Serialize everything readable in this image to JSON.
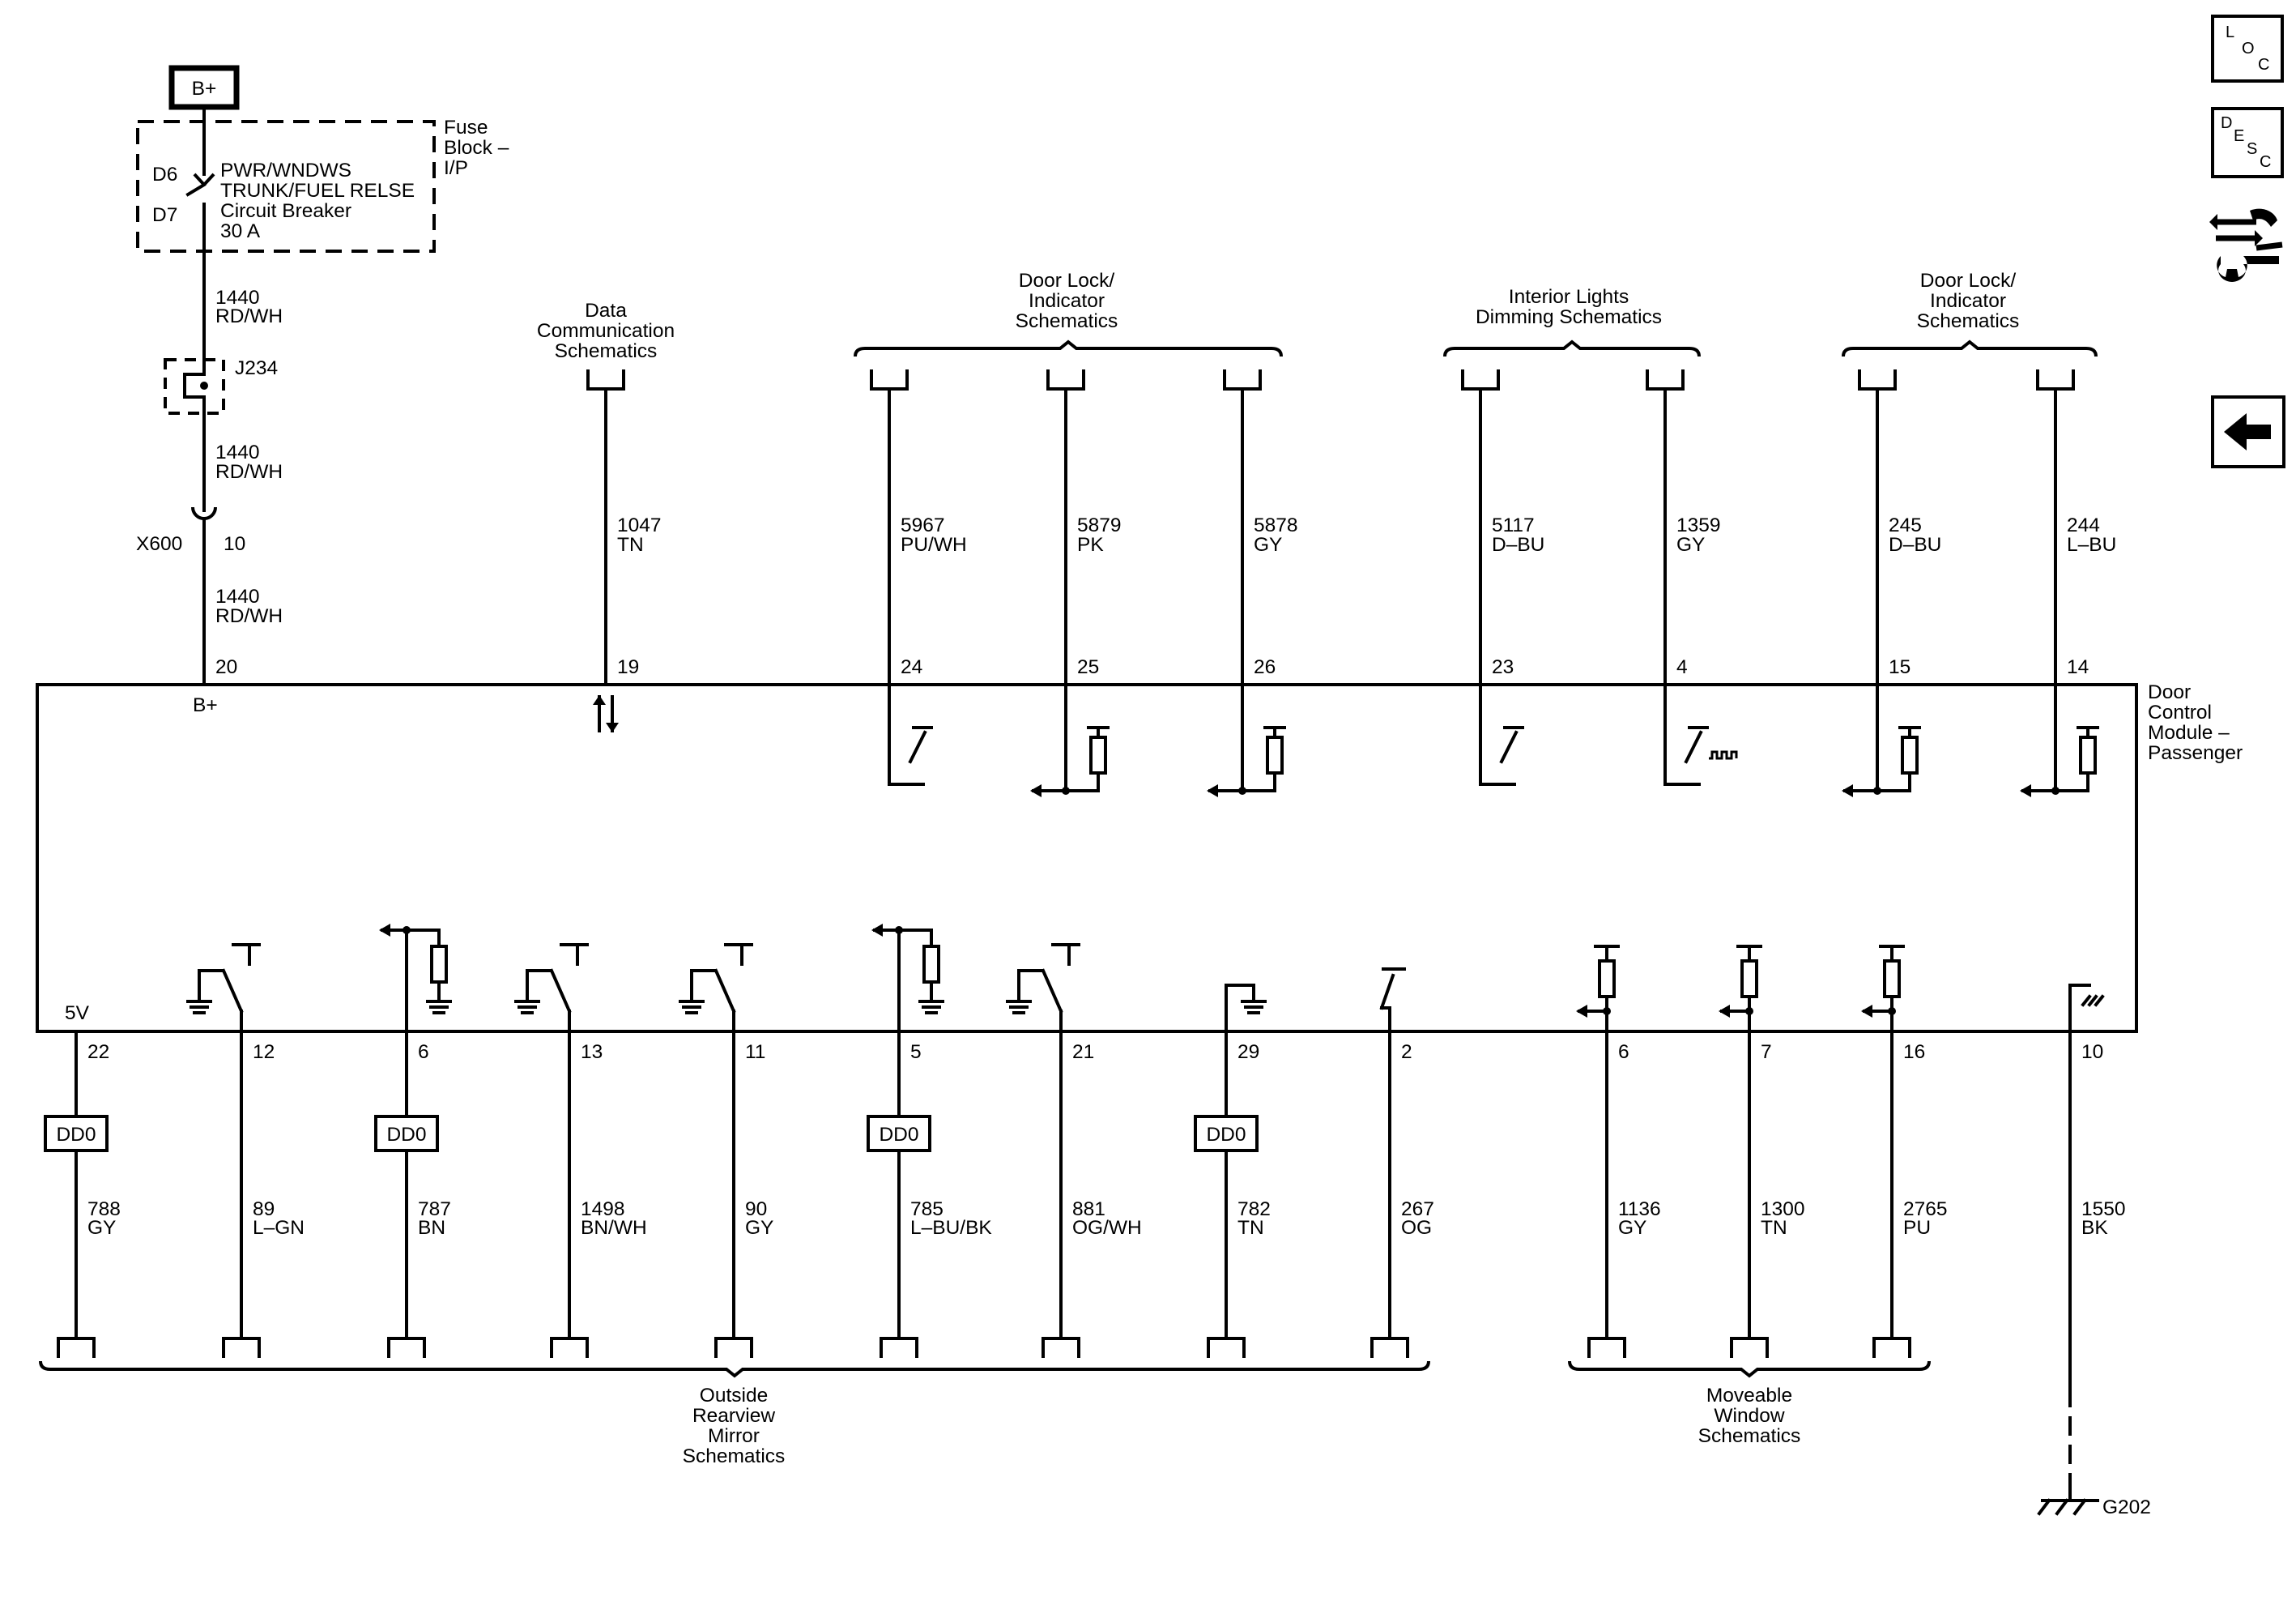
{
  "power": {
    "source": "B+"
  },
  "fuse_block": {
    "name_lines": [
      "Fuse",
      "Block –",
      "I/P"
    ],
    "pin_top": "D6",
    "pin_bottom": "D7",
    "device_lines": [
      "PWR/WNDWS",
      "TRUNK/FUEL RELSE",
      "Circuit Breaker",
      "30 A"
    ]
  },
  "feed": {
    "circuit_upper": "1440",
    "color_upper": "RD/WH",
    "splice": "J234",
    "circuit_middle": "1440",
    "color_middle": "RD/WH",
    "connector": "X600",
    "connector_pin": "10",
    "circuit_lower": "1440",
    "color_lower": "RD/WH"
  },
  "module": {
    "name_lines": [
      "Door",
      "Control",
      "Module –",
      "Passenger"
    ],
    "b_plus_label": "B+",
    "five_v_label": "5V"
  },
  "top_groups": [
    {
      "lines": [
        "Data",
        "Communication",
        "Schematics"
      ]
    },
    {
      "lines": [
        "Door Lock/",
        "Indicator",
        "Schematics"
      ]
    },
    {
      "lines": [
        "Interior Lights",
        "Dimming Schematics"
      ]
    },
    {
      "lines": [
        "Door Lock/",
        "Indicator",
        "Schematics"
      ]
    }
  ],
  "top_pins": [
    {
      "pin": "20",
      "circuit": "",
      "color": "",
      "internal": "supply"
    },
    {
      "pin": "19",
      "circuit": "1047",
      "color": "TN",
      "internal": "bidirectional"
    },
    {
      "pin": "24",
      "circuit": "5967",
      "color": "PU/WH",
      "internal": "switch"
    },
    {
      "pin": "25",
      "circuit": "5879",
      "color": "PK",
      "internal": "pullup-out"
    },
    {
      "pin": "26",
      "circuit": "5878",
      "color": "GY",
      "internal": "pullup-out"
    },
    {
      "pin": "23",
      "circuit": "5117",
      "color": "D–BU",
      "internal": "switch"
    },
    {
      "pin": "4",
      "circuit": "1359",
      "color": "GY",
      "internal": "switch-pwm"
    },
    {
      "pin": "15",
      "circuit": "245",
      "color": "D–BU",
      "internal": "pullup-out"
    },
    {
      "pin": "14",
      "circuit": "244",
      "color": "L–BU",
      "internal": "pullup-out"
    }
  ],
  "bottom_pins": [
    {
      "pin": "22",
      "circuit": "788",
      "color": "GY",
      "dd0": "DD0",
      "internal": "five-volt"
    },
    {
      "pin": "12",
      "circuit": "89",
      "color": "L–GN",
      "dd0": "",
      "internal": "low-switch"
    },
    {
      "pin": "6",
      "circuit": "787",
      "color": "BN",
      "dd0": "DD0",
      "internal": "pull-down-out"
    },
    {
      "pin": "13",
      "circuit": "1498",
      "color": "BN/WH",
      "dd0": "",
      "internal": "low-switch"
    },
    {
      "pin": "11",
      "circuit": "90",
      "color": "GY",
      "dd0": "",
      "internal": "low-switch"
    },
    {
      "pin": "5",
      "circuit": "785",
      "color": "L–BU/BK",
      "dd0": "DD0",
      "internal": "pull-down-out"
    },
    {
      "pin": "21",
      "circuit": "881",
      "color": "OG/WH",
      "dd0": "",
      "internal": "low-switch"
    },
    {
      "pin": "29",
      "circuit": "782",
      "color": "TN",
      "dd0": "DD0",
      "internal": "low-reference"
    },
    {
      "pin": "2",
      "circuit": "267",
      "color": "OG",
      "dd0": "",
      "internal": "switch"
    },
    {
      "pin": "6",
      "circuit": "1136",
      "color": "GY",
      "dd0": "",
      "internal": "pullup-out"
    },
    {
      "pin": "7",
      "circuit": "1300",
      "color": "TN",
      "dd0": "",
      "internal": "pullup-out"
    },
    {
      "pin": "16",
      "circuit": "2765",
      "color": "PU",
      "dd0": "",
      "internal": "pullup-out"
    },
    {
      "pin": "10",
      "circuit": "1550",
      "color": "BK",
      "dd0": "",
      "internal": "ground"
    }
  ],
  "bottom_groups": [
    {
      "lines": [
        "Outside",
        "Rearview",
        "Mirror",
        "Schematics"
      ]
    },
    {
      "lines": [
        "Moveable",
        "Window",
        "Schematics"
      ]
    }
  ],
  "ground": {
    "label": "G202"
  },
  "nav": {
    "loc": [
      "L",
      "O",
      "C"
    ],
    "desc": [
      "D",
      "E",
      "S",
      "C"
    ],
    "tool_icon": "connector-tool-icon",
    "back_icon": "back-arrow-icon"
  }
}
